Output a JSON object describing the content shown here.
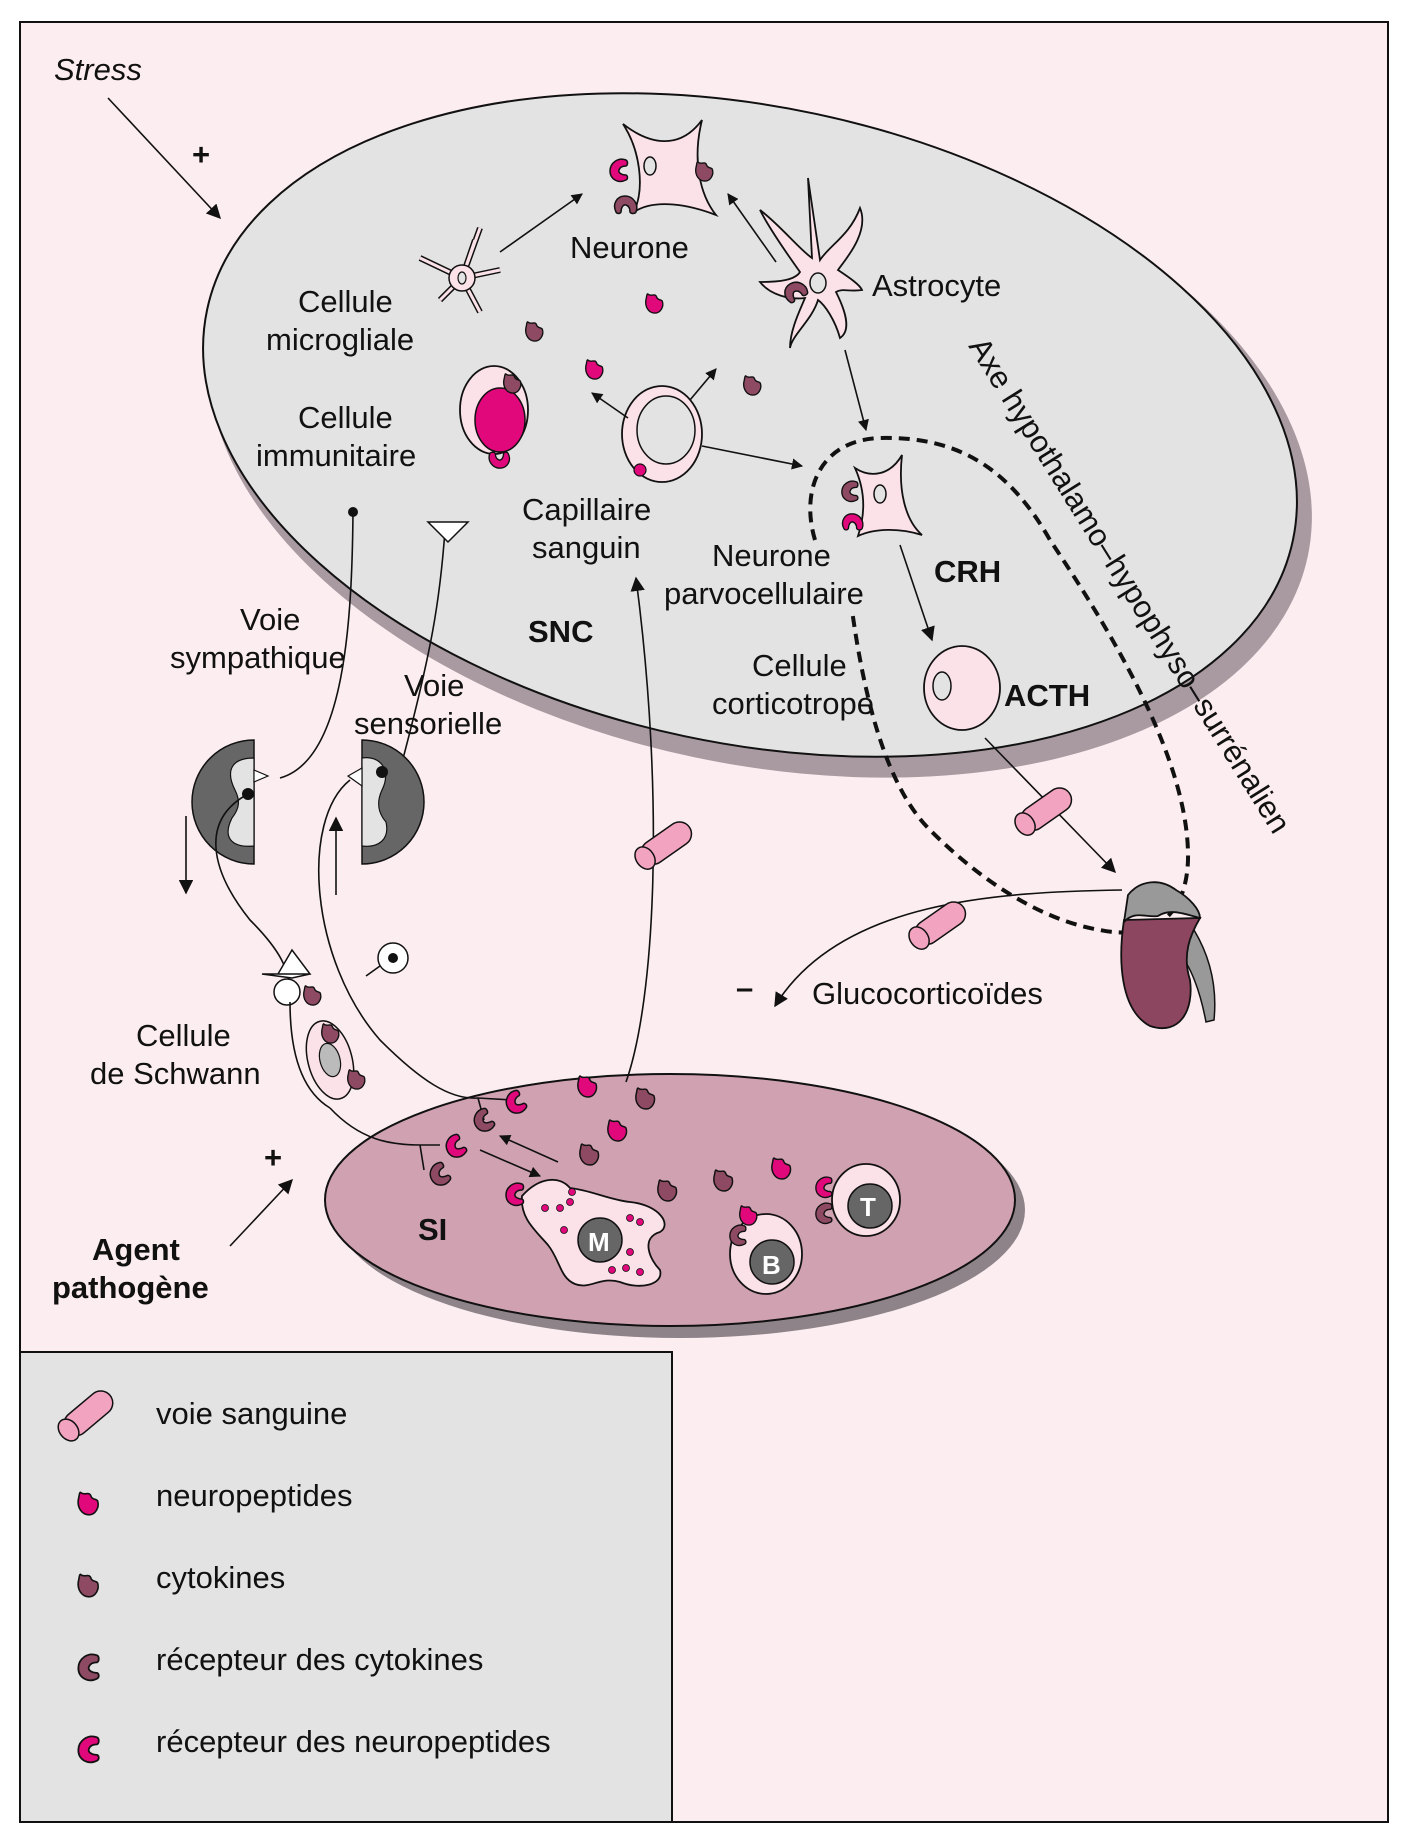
{
  "colors": {
    "background": "#fcedf0",
    "cns": "#e3e3e3",
    "cns_shadow": "#a89aa0",
    "immune_system": "#d0a2b1",
    "immune_shadow": "#8e8389",
    "neuropeptide": "#e0087a",
    "cytokine": "#8f4a63",
    "blood_vessel": "#f2a3bf",
    "cell_body": "#fbe1e8",
    "dark_cell": "#666666",
    "kidney": "#8d4660",
    "adrenal": "#999999"
  },
  "labels": {
    "stress": "Stress",
    "stress_sign": "+",
    "neurone": "Neurone",
    "astrocyte": "Astrocyte",
    "microglia_1": "Cellule",
    "microglia_2": "microgliale",
    "immune_cell_1": "Cellule",
    "immune_cell_2": "immunitaire",
    "capillary_1": "Capillaire",
    "capillary_2": "sanguin",
    "parvo_1": "Neurone",
    "parvo_2": "parvocellulaire",
    "crh": "CRH",
    "snc": "SNC",
    "cortico_1": "Cellule",
    "cortico_2": "corticotrope",
    "acth": "ACTH",
    "axis": "Axe hypothalamo–hypophyso–surrénalien",
    "sympathetic_1": "Voie",
    "sympathetic_2": "sympathique",
    "sensory_1": "Voie",
    "sensory_2": "sensorielle",
    "glucocorticoids": "Glucocorticoïdes",
    "glucocorticoid_sign": "–",
    "schwann_1": "Cellule",
    "schwann_2": "de Schwann",
    "pathogen_sign": "+",
    "pathogen_1": "Agent",
    "pathogen_2": "pathogène",
    "si": "SI",
    "macrophage": "M",
    "b_cell": "B",
    "t_cell": "T"
  },
  "legend": {
    "items": [
      {
        "icon": "blood-vessel-icon",
        "label": "voie sanguine"
      },
      {
        "icon": "neuropeptide-icon",
        "label": "neuropeptides"
      },
      {
        "icon": "cytokine-icon",
        "label": "cytokines"
      },
      {
        "icon": "cytokine-receptor-icon",
        "label": "récepteur des cytokines"
      },
      {
        "icon": "neuropeptide-receptor-icon",
        "label": "récepteur des neuropeptides"
      }
    ]
  }
}
